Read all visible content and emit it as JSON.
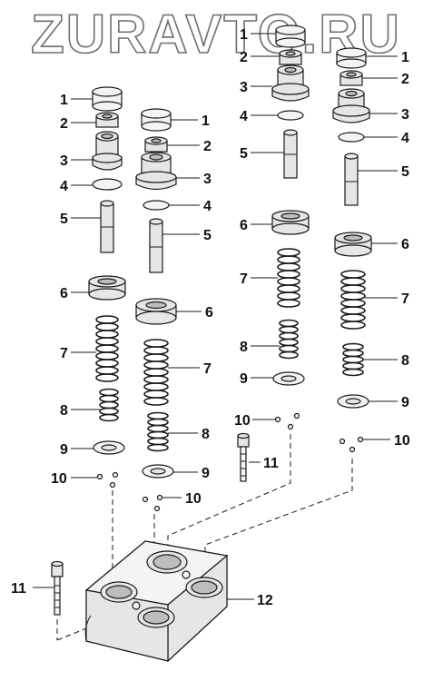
{
  "watermark": "ZURAVTO.RU",
  "part_numbers": {
    "p1": "1",
    "p2": "2",
    "p3": "3",
    "p4": "4",
    "p5": "5",
    "p6": "6",
    "p7": "7",
    "p8": "8",
    "p9": "9",
    "p10": "10",
    "p11": "11",
    "p12": "12"
  },
  "colors": {
    "line": "#1a1a1a",
    "fill": "#e6e6e6",
    "label": "#111111"
  }
}
